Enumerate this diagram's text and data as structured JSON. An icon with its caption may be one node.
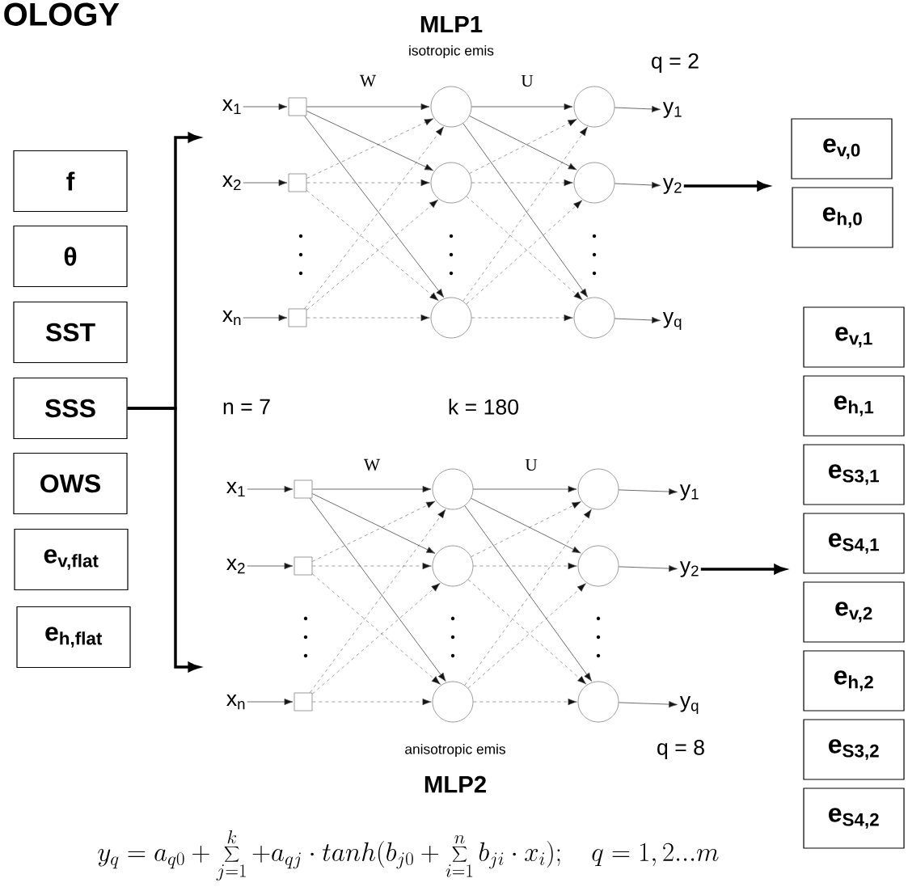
{
  "diagram": {
    "nodes": [
      {
        "text": [
          "f"
        ]
      },
      {
        "text": [
          "θ"
        ]
      },
      {
        "text": [
          "SST"
        ]
      },
      {
        "text": [
          "SSS"
        ]
      },
      {
        "text": [
          "OWS"
        ]
      },
      {
        "text": [
          "e$_{v,flat}$"
        ]
      },
      {
        "text": [
          "e$_{h,flat}$"
        ]
      },
      {
        "text": [
          "x$_{1}$"
        ]
      },
      {
        "text": [
          "x$_{2}$"
        ]
      },
      {
        "text": [
          "x$_{n}$"
        ]
      },
      {
        "text": [],
        "shape": "box"
      },
      {
        "text": [],
        "shape": "box"
      },
      {
        "text": [],
        "shape": "box"
      },
      {
        "text": [],
        "shape": "circle"
      },
      {
        "text": [],
        "shape": "circle"
      },
      {
        "text": [],
        "shape": "circle"
      },
      {
        "text": [],
        "shape": "circle"
      },
      {
        "text": [],
        "shape": "circle"
      },
      {
        "text": [],
        "shape": "circle"
      },
      {
        "text": [
          "y$_{1}$"
        ]
      },
      {
        "text": [
          "y$_{2}$"
        ]
      },
      {
        "text": [
          "y$_{q}$"
        ]
      },
      {
        "text": [
          "x$_{1}$"
        ]
      },
      {
        "text": [
          "x$_{2}$"
        ]
      },
      {
        "text": [
          "x$_{n}$"
        ]
      },
      {
        "text": [],
        "shape": "box"
      },
      {
        "text": [],
        "shape": "box"
      },
      {
        "text": [],
        "shape": "box"
      },
      {
        "text": [],
        "shape": "circle"
      },
      {
        "text": [],
        "shape": "circle"
      },
      {
        "text": [],
        "shape": "circle"
      },
      {
        "text": [],
        "shape": "circle"
      },
      {
        "text": [],
        "shape": "circle"
      },
      {
        "text": [],
        "shape": "circle"
      },
      {
        "text": [
          "y$_{1}$"
        ]
      },
      {
        "text": [
          "y$_{2}$"
        ]
      },
      {
        "text": [
          "y$_{q}$"
        ]
      },
      {
        "text": [
          "e$_{v,0}$"
        ]
      },
      {
        "text": [
          "e$_{h,0}$"
        ]
      },
      {
        "text": [
          "e$_{v,1}$"
        ]
      },
      {
        "text": [
          "e$_{h,1}$"
        ]
      },
      {
        "text": [
          "e$_{S3,1}$"
        ]
      },
      {
        "text": [
          "e$_{S4,1}$"
        ]
      },
      {
        "text": [
          "e$_{v,2}$"
        ]
      },
      {
        "text": [
          "e$_{h,2}$"
        ]
      },
      {
        "text": [
          "e$_{S3,2}$"
        ]
      },
      {
        "text": [
          "e$_{S4,2}$"
        ]
      }
    ],
    "edges": [
      {
        "from": 3,
        "to": null,
        "arrow": "to",
        "style": "thick",
        "color": "#000000"
      },
      {
        "from": 3,
        "to": null,
        "arrow": "to",
        "style": "thick",
        "color": "#000000"
      },
      {
        "from": 20,
        "to": null,
        "arrow": "to",
        "style": "thick",
        "color": "#000000"
      },
      {
        "from": 35,
        "to": null,
        "arrow": "to",
        "style": "thick",
        "color": "#000000"
      },
      {
        "from": 7,
        "to": 10,
        "arrow": "to"
      },
      {
        "from": 8,
        "to": 11,
        "arrow": "to"
      },
      {
        "from": 9,
        "to": 12,
        "arrow": "to"
      },
      {
        "from": 10,
        "to": 13,
        "arrow": "to"
      },
      {
        "from": 10,
        "to": 14,
        "arrow": "to"
      },
      {
        "from": 10,
        "to": 15,
        "arrow": "to"
      },
      {
        "from": 11,
        "to": 13,
        "arrow": "to",
        "style": "dashed"
      },
      {
        "from": 11,
        "to": 14,
        "arrow": "to",
        "style": "dashed"
      },
      {
        "from": 11,
        "to": 15,
        "arrow": "to",
        "style": "dashed"
      },
      {
        "from": 12,
        "to": 13,
        "arrow": "to",
        "style": "dashed"
      },
      {
        "from": 12,
        "to": 14,
        "arrow": "to",
        "style": "dashed"
      },
      {
        "from": 12,
        "to": 15,
        "arrow": "to",
        "style": "dashed"
      },
      {
        "from": 13,
        "to": 16,
        "arrow": "to"
      },
      {
        "from": 13,
        "to": 17,
        "arrow": "to"
      },
      {
        "from": 13,
        "to": 18,
        "arrow": "to"
      },
      {
        "from": 14,
        "to": 16,
        "arrow": "to",
        "style": "dashed"
      },
      {
        "from": 14,
        "to": 17,
        "arrow": "to",
        "style": "dashed"
      },
      {
        "from": 14,
        "to": 18,
        "arrow": "to",
        "style": "dashed"
      },
      {
        "from": 15,
        "to": 16,
        "arrow": "to",
        "style": "dashed"
      },
      {
        "from": 15,
        "to": 17,
        "arrow": "to",
        "style": "dashed"
      },
      {
        "from": 15,
        "to": 18,
        "arrow": "to",
        "style": "dashed"
      },
      {
        "from": 16,
        "to": 19,
        "arrow": "to"
      },
      {
        "from": 17,
        "to": 20,
        "arrow": "to"
      },
      {
        "from": 18,
        "to": 21,
        "arrow": "to"
      },
      {
        "from": 22,
        "to": 25,
        "arrow": "to"
      },
      {
        "from": 23,
        "to": 26,
        "arrow": "to"
      },
      {
        "from": 24,
        "to": 27,
        "arrow": "to"
      },
      {
        "from": 25,
        "to": 28,
        "arrow": "to"
      },
      {
        "from": 25,
        "to": 29,
        "arrow": "to"
      },
      {
        "from": 25,
        "to": 30,
        "arrow": "to"
      },
      {
        "from": 26,
        "to": 28,
        "arrow": "to",
        "style": "dashed"
      },
      {
        "from": 26,
        "to": 29,
        "arrow": "to",
        "style": "dashed"
      },
      {
        "from": 26,
        "to": 30,
        "arrow": "to",
        "style": "dashed"
      },
      {
        "from": 27,
        "to": 28,
        "arrow": "to",
        "style": "dashed"
      },
      {
        "from": 27,
        "to": 29,
        "arrow": "to",
        "style": "dashed"
      },
      {
        "from": 27,
        "to": 30,
        "arrow": "to",
        "style": "dashed"
      },
      {
        "from": 28,
        "to": 31,
        "arrow": "to"
      },
      {
        "from": 28,
        "to": 32,
        "arrow": "to"
      },
      {
        "from": 28,
        "to": 33,
        "arrow": "to"
      },
      {
        "from": 29,
        "to": 31,
        "arrow": "to",
        "style": "dashed"
      },
      {
        "from": 29,
        "to": 32,
        "arrow": "to",
        "style": "dashed"
      },
      {
        "from": 29,
        "to": 33,
        "arrow": "to",
        "style": "dashed"
      },
      {
        "from": 30,
        "to": 31,
        "arrow": "to",
        "style": "dashed"
      },
      {
        "from": 30,
        "to": 32,
        "arrow": "to",
        "style": "dashed"
      },
      {
        "from": 30,
        "to": 33,
        "arrow": "to",
        "style": "dashed"
      },
      {
        "from": 31,
        "to": 34,
        "arrow": "to"
      },
      {
        "from": 32,
        "to": 35,
        "arrow": "to"
      },
      {
        "from": 33,
        "to": 36,
        "arrow": "to"
      }
    ],
    "labels": [
      "OLOGY",
      "MLP1",
      "isotropic emis",
      "W",
      "U",
      "q = 2",
      "n = 7",
      "k = 180",
      "W",
      "U",
      "anisotropic emis",
      "q = 8",
      "MLP2",
      "y_q = a_{q0} + \\sum_{j=1}^{k} + a_{qj} \\cdot tanh(b_{j0} + \\sum_{i=1}^{n} b_{ji} \\cdot x_i); \\quad q = 1, 2...m"
    ]
  }
}
